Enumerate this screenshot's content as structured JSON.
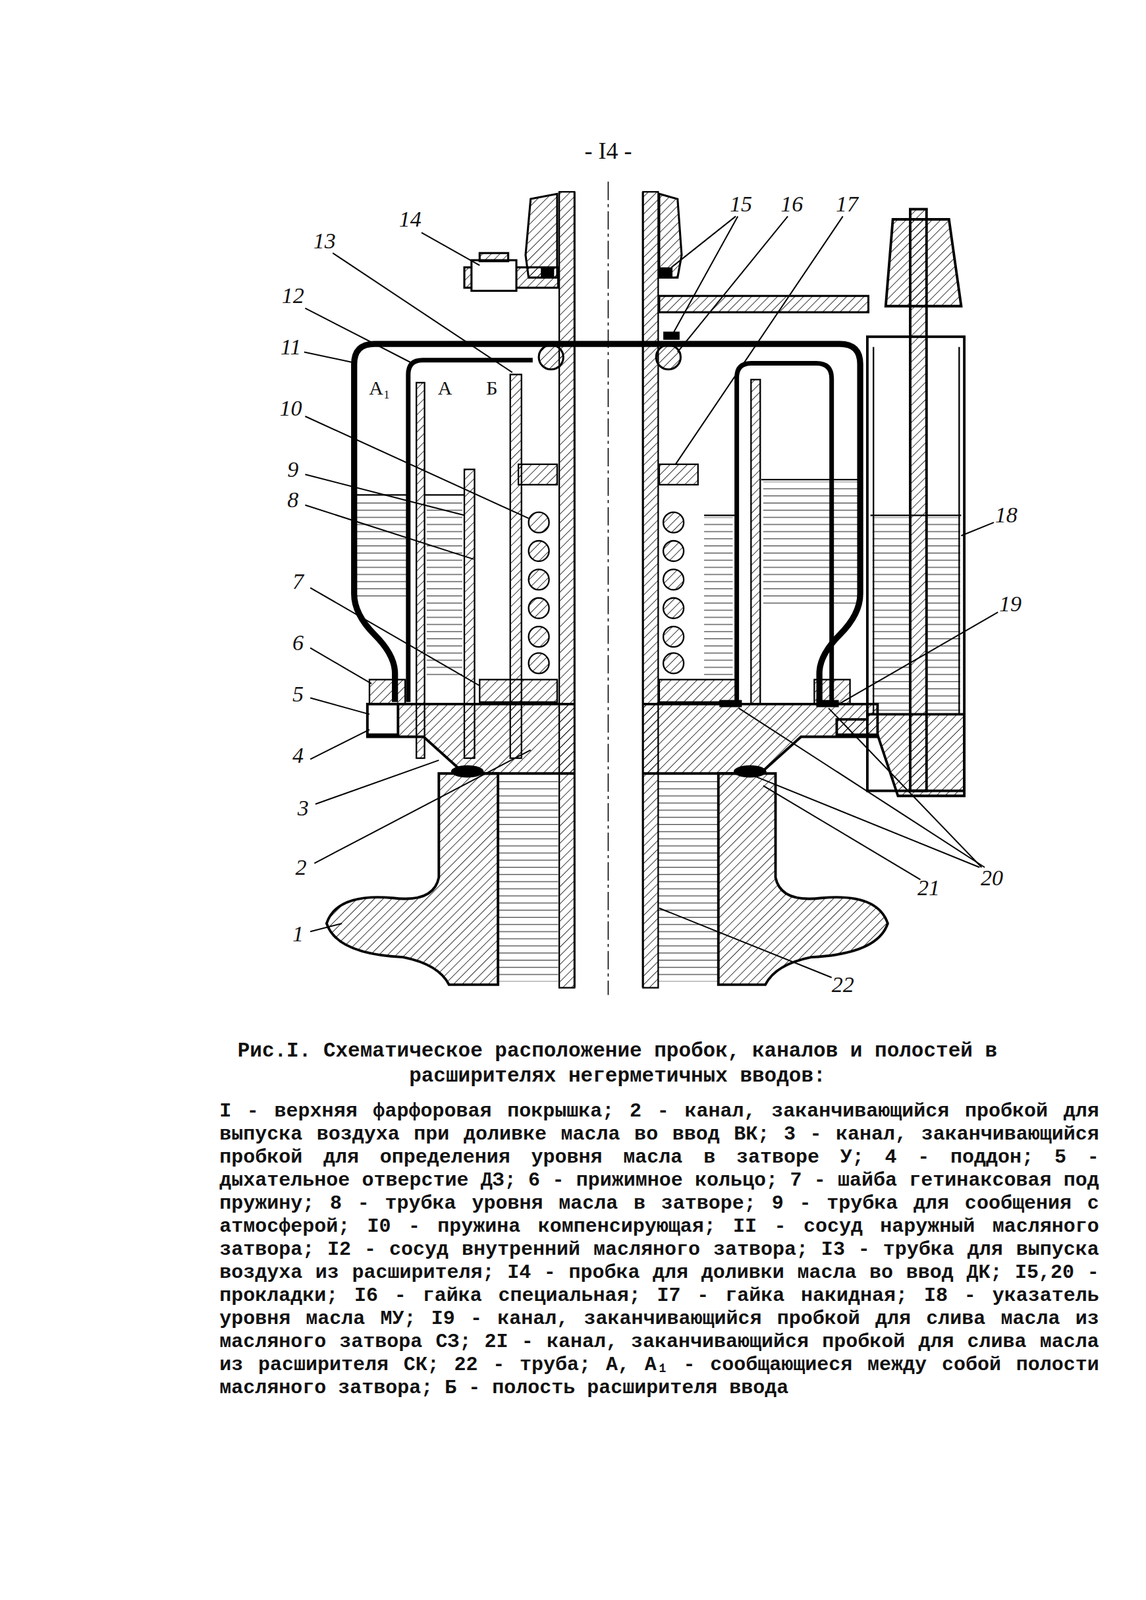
{
  "diagram": {
    "caption": "Рис.I. Схематическое расположение пробок, каналов и полостей в расширителях негерметичных вводов:",
    "labels": [
      "- I4 -",
      "14",
      "13",
      "15",
      "16",
      "17",
      "12",
      "11",
      "10",
      "9",
      "8",
      "7",
      "6",
      "5",
      "4",
      "3",
      "2",
      "1",
      "18",
      "19",
      "20",
      "21",
      "22",
      "А₁",
      "А",
      "Б",
      "I - верхняя фарфоровая покрышка; 2 - канал, заканчивающийся пробкой для выпуска воздуха при доливке масла во ввод ВК; 3 - канал, заканчивающийся пробкой для определения уровня масла в затворе У; 4 - поддон; 5 - дыхательное отверстие ДЗ; 6 - прижимное кольцо; 7 - шайба гетинаксовая под пружину; 8 - трубка уровня масла в затворе; 9 - трубка для сообщения с атмосферой; I0 - пружина компенсирующая; II - сосуд наружный масляного затвора; I2 - сосуд внутренний масляного затвора; I3 - трубка для выпуска воздуха из расширителя; I4 - пробка для доливки масла во ввод ДК; I5,20 - прокладки; I6 - гайка специальная; I7 - гайка накидная; I8 - указатель уровня масла МУ; I9 - канал, заканчивающийся пробкой для слива масла из масляного затвора СЗ; 2I - канал, заканчивающийся пробкой для слива масла из расширителя СК; 22 - труба; А, А₁ - сообщающиеся между собой полости масляного затвора; Б - полость расширителя ввода"
    ]
  }
}
